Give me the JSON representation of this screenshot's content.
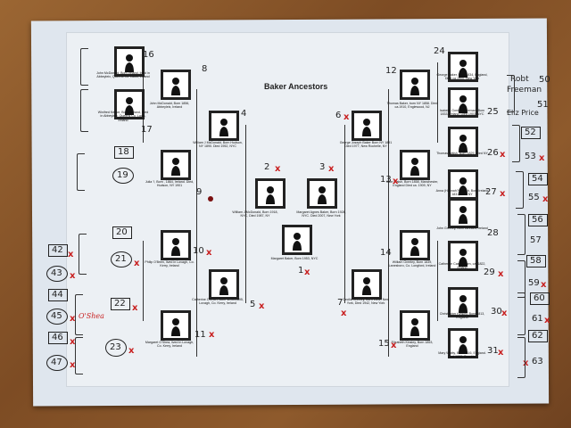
{
  "title": "Baker Ancestors",
  "people": [
    {
      "id": "p1",
      "caption": "Margaret Baker, Born 1953, NYC"
    },
    {
      "id": "p2",
      "caption": "William J McDonald, Born 1918, NYC, Died 1987, NY"
    },
    {
      "id": "p3",
      "caption": "Margaret Agnes Baker, Born 1924, NYC. Died 2007, New York"
    },
    {
      "id": "p4",
      "caption": "William J McDonald, Born Hudson, NY 1890. Died 1952, NYC"
    },
    {
      "id": "p5",
      "caption": "Catherine O'Brien, Born 11/30/1895, Lovagh, Co. Kerry, Ireland"
    },
    {
      "id": "p6",
      "caption": "George Joseph Baker Born NY 1891 Died 1977, New Rochelle, NY"
    },
    {
      "id": "p7",
      "caption": "Cecilia Greeley, Born 1892, New York, Died 1942, New York"
    },
    {
      "id": "p8",
      "caption": "John McDonald, Born 1856, Abbeyleix, Ireland"
    },
    {
      "id": "p9",
      "caption": "Julia ?, Born , 1864, Ireland. Died, Hudson, NY 1901"
    },
    {
      "id": "p10",
      "caption": "Philip O'Brien, lived in Lovagh, Co. Kerry, Ireland"
    },
    {
      "id": "p11",
      "caption": "Margaret O'Shea, lived in Lovagh, Co. Kerry, Ireland"
    },
    {
      "id": "p12",
      "caption": "Thomas Baker, born NY 1858. Died ca.1910, Englewood, NJ"
    },
    {
      "id": "p13",
      "caption": "Kate Walsh, Born 1858, Manchester, England Died ca. 1909, NY"
    },
    {
      "id": "p14",
      "caption": "William Greeley, Born 1839, Lanesboro, Co. Longford, Ireland"
    },
    {
      "id": "p15",
      "caption": "Elizabeth Kinsley, Born 1853, England"
    },
    {
      "id": "p16",
      "caption": "John McDonald, Born Ireland, lived in Abbeyleix, Queens Co. Laois, Ireland"
    },
    {
      "id": "p17",
      "caption": "Winifred Kehoe, Born, Ireland, lived in Abbeyleix, Queens Co. Laois, Ireland"
    },
    {
      "id": "p24",
      "caption": "George Baker, Born 1834, England, Died ca.1900, New York"
    },
    {
      "id": "p25",
      "caption": "Isabella Gordon Freeman, Born 1833, Ireland, Died 1903, NYC"
    },
    {
      "id": "p26",
      "caption": "Thomas Walsh, Born 1829, Died NY"
    },
    {
      "id": "p27",
      "caption": "Anna (Hannah?) Walsh, Born Ireland 1831, Died NY"
    },
    {
      "id": "p28",
      "caption": "John Greeley, Born ca.1820, Ireland"
    },
    {
      "id": "p29",
      "caption": "Catherine Casey, Born, ca. 1822, Ireland"
    },
    {
      "id": "p30",
      "caption": "Christopher Kinsley, Born 1813, England"
    },
    {
      "id": "p31",
      "caption": "Mary Whitty, Born 1816, England. Died 1880, Brooklyn"
    }
  ],
  "handwriting": {
    "n1": "1",
    "n2": "2",
    "n3": "3",
    "n4": "4",
    "n5": "5",
    "n6": "6",
    "n7": "7",
    "n8": "8",
    "n9": "9",
    "n10": "10",
    "n11": "11",
    "n12": "12",
    "n13": "13",
    "n14": "14",
    "n15": "15",
    "n16": "16",
    "n17": "17",
    "n18": "18",
    "n19": "19",
    "n20": "20",
    "n21": "21",
    "n22": "22",
    "n23": "23",
    "n24": "24",
    "n25": "25",
    "n26": "26",
    "n27": "27",
    "n28": "28",
    "n29": "29",
    "n30": "30",
    "n31": "31",
    "n42": "42",
    "n43": "43",
    "n44": "44",
    "n45": "45",
    "n46": "46",
    "n47": "47",
    "n50": "50",
    "n51": "51",
    "n52": "52",
    "n53": "53",
    "n54": "54",
    "n55": "55",
    "n56": "56",
    "n57": "57",
    "n58": "58",
    "n59": "59",
    "n60": "60",
    "n61": "61",
    "n62": "62",
    "n63": "63",
    "robt": "Robt",
    "freeman": "Freeman",
    "eliz": "Eliz Price",
    "oshea": "O'Shea"
  },
  "mark_x": "x"
}
